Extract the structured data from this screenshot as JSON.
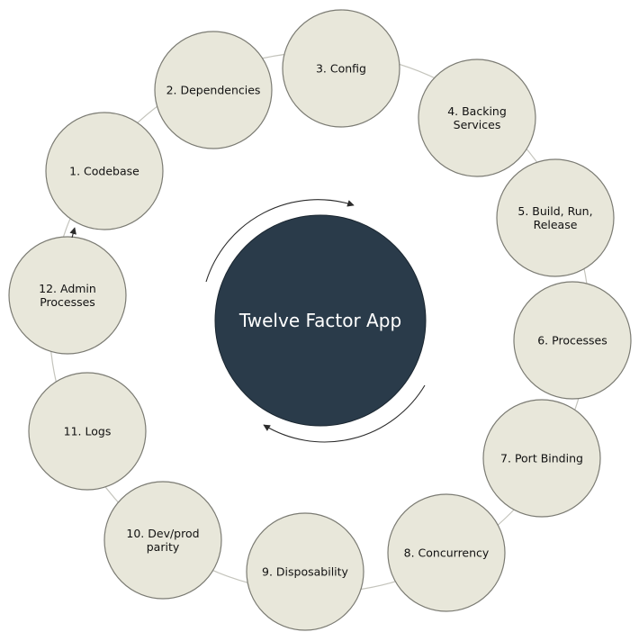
{
  "title": "Twelve Factor App",
  "factors": [
    {
      "lines": [
        "1. Codebase"
      ]
    },
    {
      "lines": [
        "2. Dependencies"
      ]
    },
    {
      "lines": [
        "3. Config"
      ]
    },
    {
      "lines": [
        "4. Backing",
        "Services"
      ]
    },
    {
      "lines": [
        "5. Build, Run,",
        "Release"
      ]
    },
    {
      "lines": [
        "6. Processes"
      ]
    },
    {
      "lines": [
        "7. Port Binding"
      ]
    },
    {
      "lines": [
        "8. Concurrency"
      ]
    },
    {
      "lines": [
        "9. Disposability"
      ]
    },
    {
      "lines": [
        "10. Dev/prod",
        "parity"
      ]
    },
    {
      "lines": [
        "11. Logs"
      ]
    },
    {
      "lines": [
        "12. Admin",
        "Processes"
      ]
    }
  ],
  "colors": {
    "center": "#2a3b4a",
    "node_fill": "#e8e7da",
    "node_stroke": "#7b7b73",
    "ring": "#c4c4bc",
    "arrow": "#2b2b2b"
  }
}
